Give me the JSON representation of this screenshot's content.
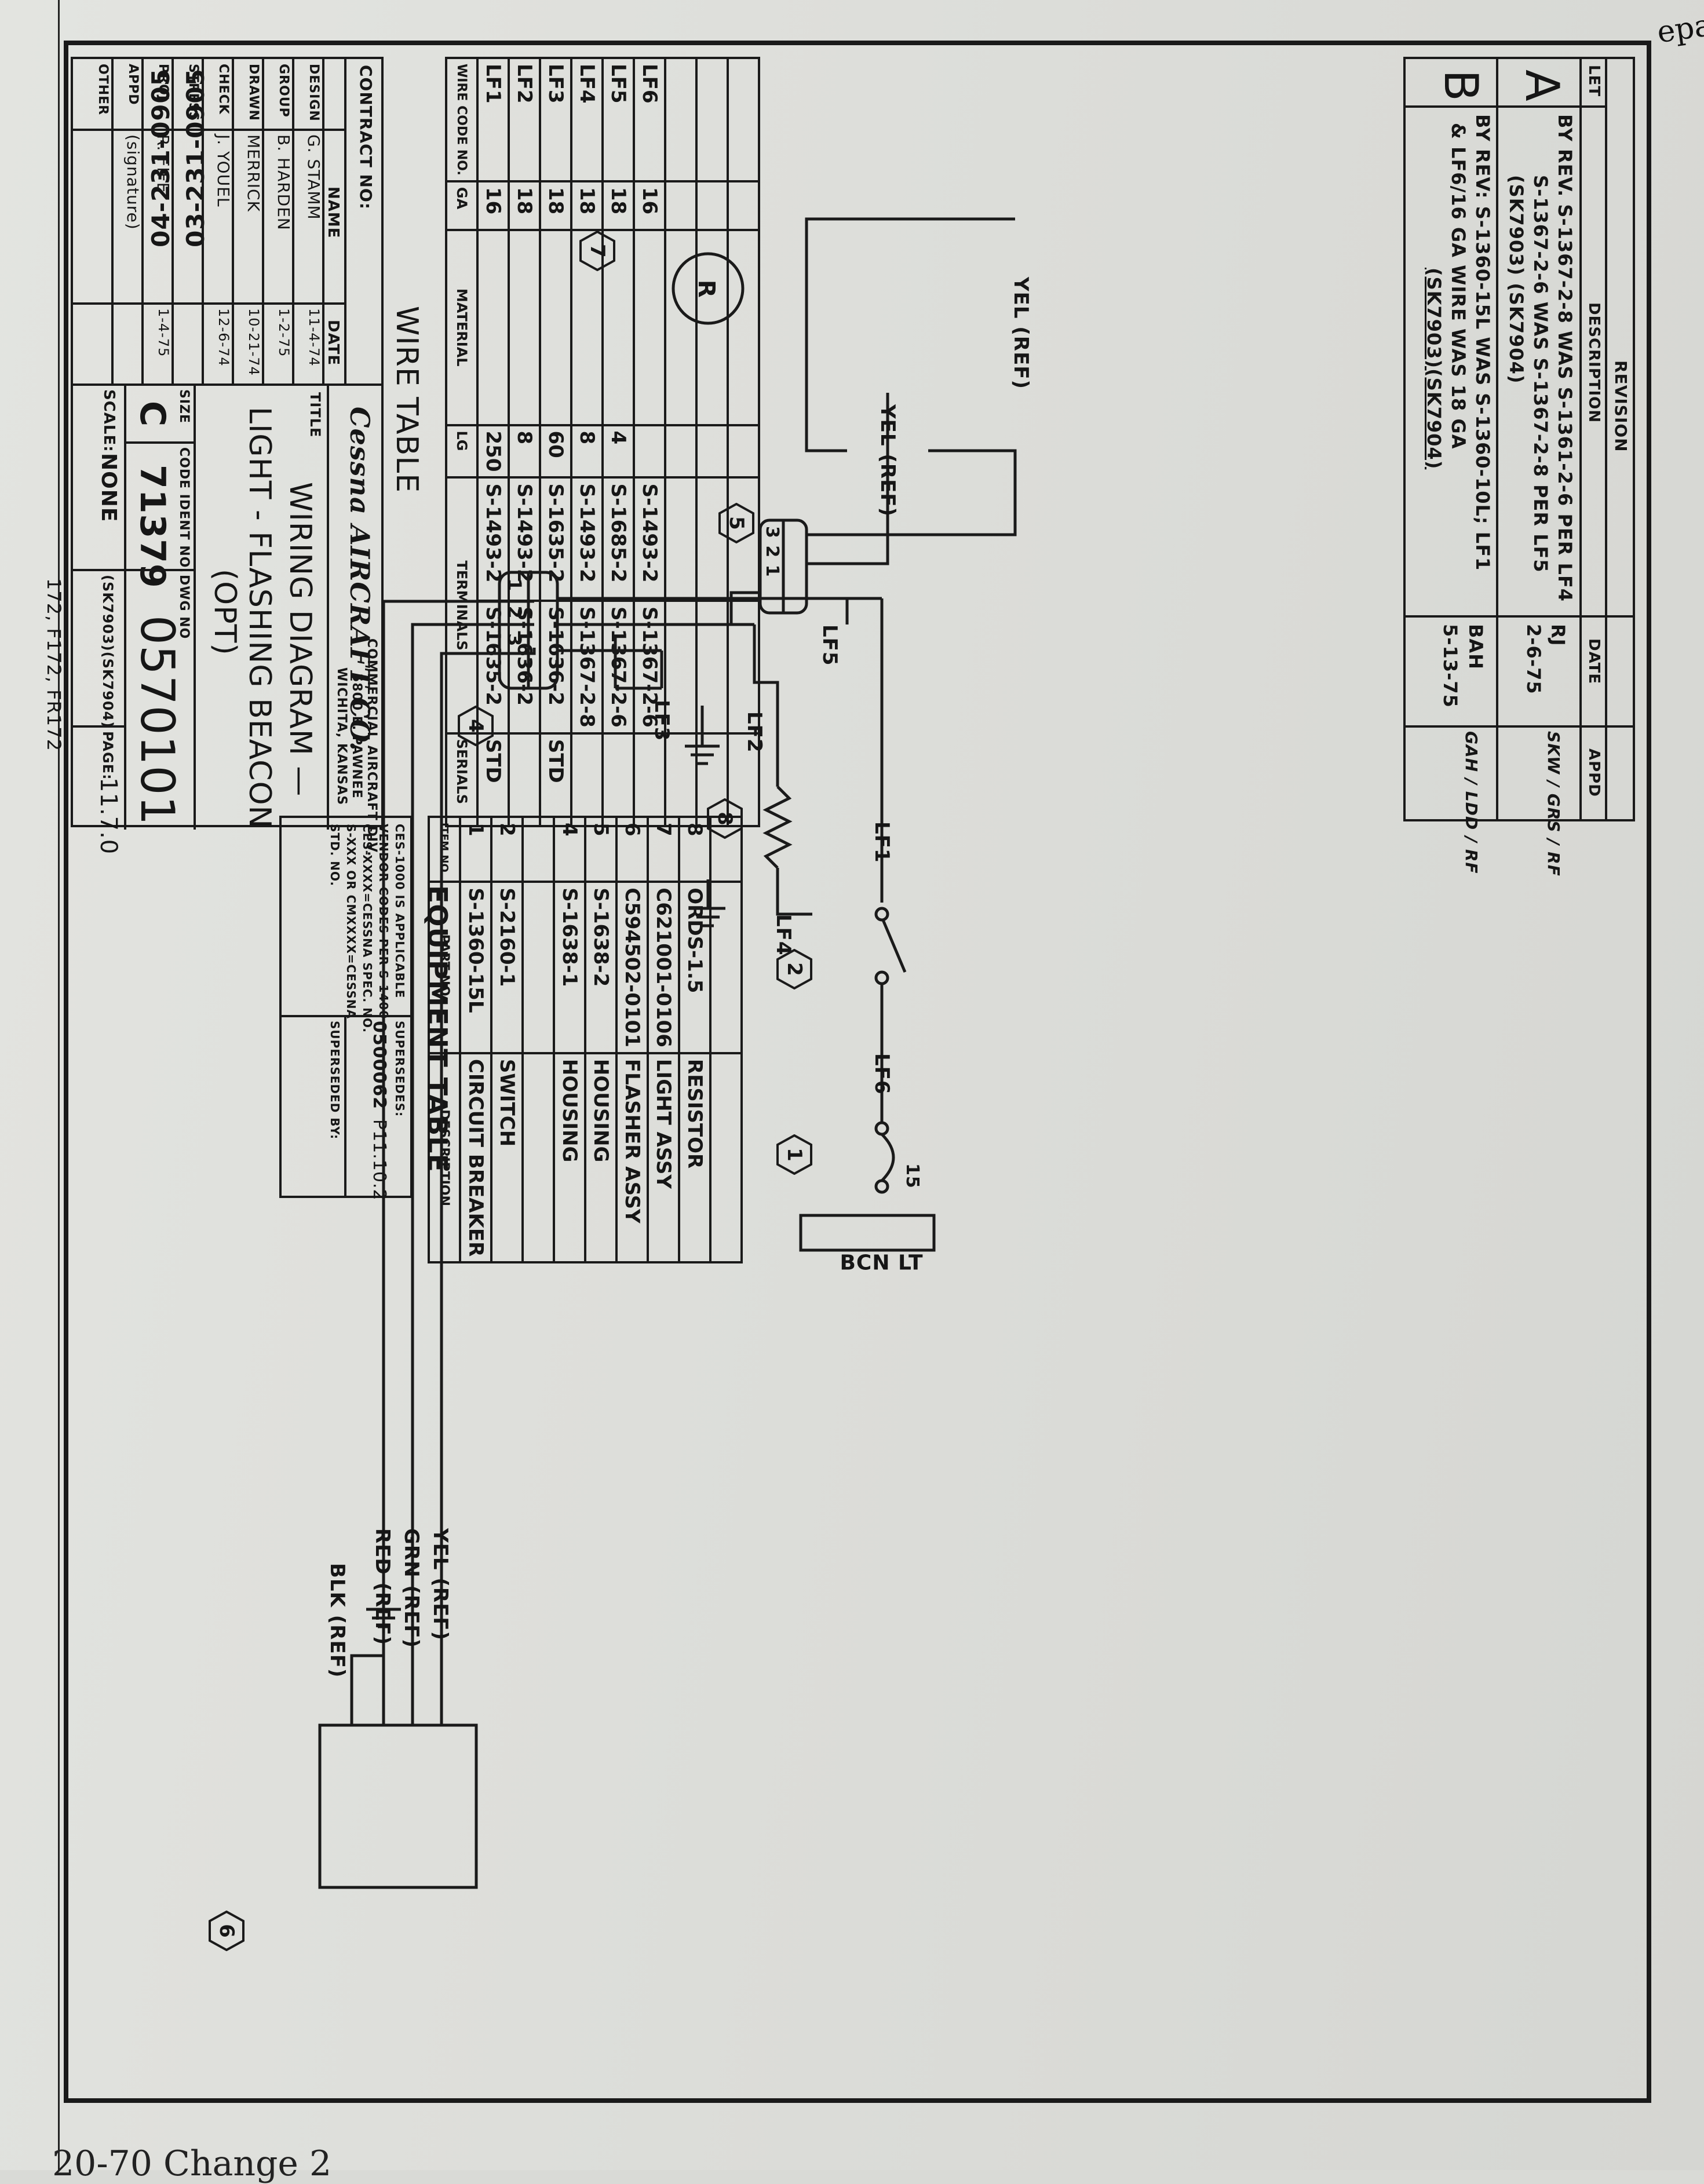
{
  "stray_text": {
    "top_right": "epa",
    "bottom_left": "20-70     Change 2"
  },
  "reference_numbers": [
    "03-231-0905",
    "04-231-0905"
  ],
  "revision": {
    "header": "REVISION",
    "columns": [
      "LET",
      "DESCRIPTION",
      "DATE",
      "APPD"
    ],
    "rows": [
      {
        "let": "A",
        "description_lines": [
          "BY REV. S-1367-2-8 WAS S-1361-2-6 PER LF4",
          "S-1367-2-6 WAS S-1367-2-8 PER LF5",
          "(SK7903) (SK7904)"
        ],
        "date_lines": [
          "RJ",
          "2-6-75"
        ],
        "appd": "SKW / GRS / RF"
      },
      {
        "let": "B",
        "description_lines": [
          "BY REV: S-1360-15L WAS S-1360-10L; LF1",
          "& LF6/16 GA WIRE WAS 18 GA",
          "(SK7903)(SK7904)"
        ],
        "date_lines": [
          "BAH",
          "5-13-75"
        ],
        "appd": "GAH / LDD / RF"
      }
    ]
  },
  "diagram": {
    "components": [
      {
        "item": "6",
        "label": "FLASHER ASSY (box)"
      },
      {
        "item": "4",
        "label": "HOUSING",
        "pins": [
          "1",
          "2",
          "3"
        ]
      },
      {
        "item": "5",
        "label": "HOUSING",
        "pins": [
          "3",
          "2",
          "1"
        ]
      },
      {
        "item": "7",
        "label": "R"
      },
      {
        "item": "8",
        "label": "RESISTOR"
      },
      {
        "item": "2",
        "label": "SWITCH"
      },
      {
        "item": "1",
        "label": "CIRCUIT BREAKER",
        "rating": "15"
      }
    ],
    "wire_labels": {
      "yel": "YEL (REF)",
      "grn": "GRN (REF)",
      "red": "RED (REF)",
      "blk": "BLK (REF)",
      "yel_top": "YEL (REF)",
      "yel_r": "YEL (REF)",
      "lf1": "LF1",
      "lf2": "LF2",
      "lf3": "LF3",
      "lf4": "LF4",
      "lf5": "LF5",
      "lf6": "LF6"
    },
    "bus_label": "BCN LT",
    "breaker_rating": "15",
    "lamp_label": "R",
    "hex_labels": {
      "h1": "1",
      "h2": "2",
      "h4": "4",
      "h5": "5",
      "h6": "6",
      "h7": "7",
      "h8": "8"
    },
    "pins_4": [
      "1",
      "2",
      "3"
    ],
    "pins_5": [
      "3",
      "2",
      "1"
    ]
  },
  "equipment_table": {
    "title": "EQUIPMENT TABLE",
    "columns": [
      "ITEM NO.",
      "PART NO.",
      "DESCRIPTION"
    ],
    "rows": [
      {
        "item": "8",
        "part": "ORDS-1.5",
        "desc": "RESISTOR"
      },
      {
        "item": "7",
        "part": "C621001-0106",
        "desc": "LIGHT ASSY"
      },
      {
        "item": "6",
        "part": "C594502-0101",
        "desc": "FLASHER ASSY"
      },
      {
        "item": "5",
        "part": "S-1638-2",
        "desc": "HOUSING"
      },
      {
        "item": "4",
        "part": "S-1638-1",
        "desc": "HOUSING"
      },
      {
        "item": "",
        "part": "",
        "desc": ""
      },
      {
        "item": "2",
        "part": "S-2160-1",
        "desc": "SWITCH"
      },
      {
        "item": "1",
        "part": "S-1360-15L",
        "desc": "CIRCUIT BREAKER"
      }
    ],
    "notes": [
      "CES-1000 IS APPLICABLE",
      "VENDOR CODES PER S-1400",
      "CES-XXXX=CESSNA SPEC. NO.",
      "S-XXX OR CMXXXX=CESSNA",
      "STD. NO."
    ],
    "superseded_label": "SUPERSEDES:",
    "superseded_value": "0500062",
    "superseded_by_label": "SUPERSEDED BY:",
    "page_ref": "P11.10.2"
  },
  "wire_table": {
    "title": "WIRE TABLE",
    "columns": [
      "WIRE CODE NO.",
      "GA",
      "MATERIAL",
      "LG",
      "TERMINALS",
      "",
      "SERIALS"
    ],
    "rows": [
      {
        "wire": "LF6",
        "ga": "16",
        "lg": "",
        "term1": "S-1493-2",
        "term2": "S-1367-2-6",
        "std": ""
      },
      {
        "wire": "LF5",
        "ga": "18",
        "lg": "4",
        "term1": "S-1685-2",
        "term2": "S-1367-2-6",
        "std": ""
      },
      {
        "wire": "LF4",
        "ga": "18",
        "lg": "8",
        "term1": "S-1493-2",
        "term2": "S-1367-2-8",
        "std": ""
      },
      {
        "wire": "LF3",
        "ga": "18",
        "lg": "60",
        "term1": "S-1635-2",
        "term2": "S-1636-2",
        "std": "STD"
      },
      {
        "wire": "LF2",
        "ga": "18",
        "lg": "8",
        "term1": "S-1493-2",
        "term2": "S-1636-2",
        "std": ""
      },
      {
        "wire": "LF1",
        "ga": "16",
        "lg": "250",
        "term1": "S-1493-2",
        "term2": "S-1635-2",
        "std": "STD"
      }
    ]
  },
  "title_block": {
    "contract_label": "CONTRACT NO:",
    "name_header": "NAME",
    "date_header": "DATE",
    "signoffs": [
      {
        "role": "DESIGN",
        "name": "G. STAMM",
        "date": "11-4-74"
      },
      {
        "role": "GROUP",
        "name": "B. HARDEN",
        "date": "1-2-75"
      },
      {
        "role": "DRAWN",
        "name": "MERRICK",
        "date": "10-21-74"
      },
      {
        "role": "CHECK",
        "name": "J. YOUEL",
        "date": "12-6-74"
      },
      {
        "role": "STRESS",
        "name": "",
        "date": ""
      },
      {
        "role": "PROJ",
        "name": "R. FIFE",
        "date": "1-4-75"
      },
      {
        "role": "APPD",
        "name": "(signature)",
        "date": ""
      },
      {
        "role": "OTHER",
        "name": "",
        "date": ""
      }
    ],
    "company": "Cessna AIRCRAFT CO.",
    "division": [
      "COMMERCIAL AIRCRAFT DIV.",
      "5800 E. PAWNEE",
      "WICHITA, KANSAS"
    ],
    "title_label": "TITLE",
    "title_lines": [
      "WIRING DIAGRAM —",
      "LIGHT - FLASHING BEACON",
      "(OPT)"
    ],
    "size_label": "SIZE",
    "size": "C",
    "code_ident_label": "CODE IDENT NO.",
    "code_ident": "71379",
    "dwg_no_label": "DWG NO",
    "dwg_no": "0570101",
    "scale_label": "SCALE:",
    "scale": "NONE",
    "sk_refs": "(SK7903)(SK7904)",
    "page_label": "PAGE:",
    "page": "11.7.0",
    "bottom_note": "172, F172, FR172"
  }
}
